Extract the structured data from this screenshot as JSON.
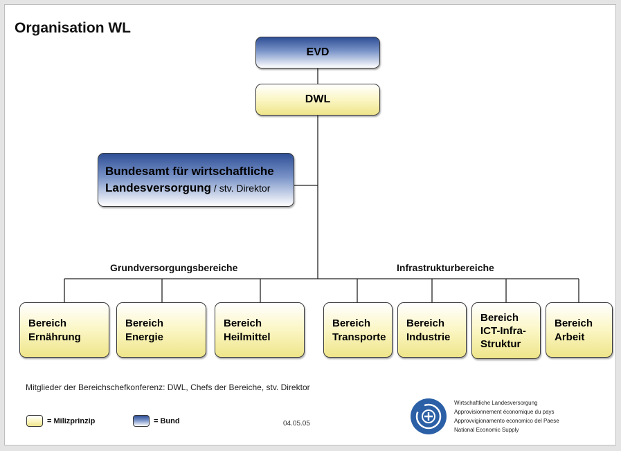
{
  "title": "Organisation WL",
  "top_boxes": {
    "evd": "EVD",
    "dwl": "DWL"
  },
  "bundesamt": {
    "line1": "Bundesamt für wirtschaftliche",
    "line2": "Landesversorgung",
    "suffix": " / stv. Direktor"
  },
  "groups": {
    "left": "Grundversorgungsbereiche",
    "right": "Infrastrukturbereiche"
  },
  "bereiche": [
    {
      "lines": [
        "Bereich",
        "Ernährung"
      ]
    },
    {
      "lines": [
        "Bereich",
        "Energie"
      ]
    },
    {
      "lines": [
        "Bereich",
        "Heilmittel"
      ]
    },
    {
      "lines": [
        "Bereich",
        "Transporte"
      ]
    },
    {
      "lines": [
        "Bereich",
        "Industrie"
      ]
    },
    {
      "lines": [
        "Bereich",
        "ICT-Infra-",
        "Struktur"
      ]
    },
    {
      "lines": [
        "Bereich",
        "Arbeit"
      ]
    }
  ],
  "footer_note": "Mitglieder der Bereichschefkonferenz: DWL, Chefs der Bereiche, stv. Direktor",
  "legend": {
    "miliz": "= Milizprinzip",
    "bund": "= Bund"
  },
  "date": "04.05.05",
  "org_names": [
    "Wirtschaftliche Landesversorgung",
    "Approvisionnement économique du pays",
    "Approvvigionamento economico del Paese",
    "National Economic Supply"
  ],
  "colors": {
    "milizprinzip": "#f4eea6",
    "bund": "#4a66a8",
    "logo": "#2b5fa6"
  },
  "icons": {
    "logo": "circle-emblem-icon"
  }
}
